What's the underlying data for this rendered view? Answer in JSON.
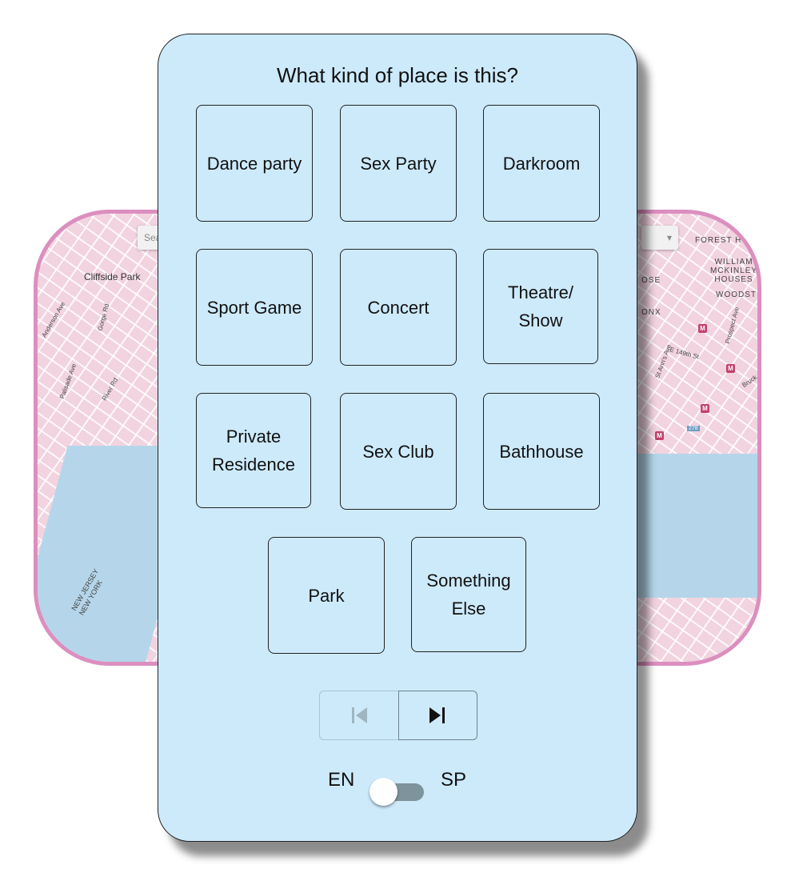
{
  "map": {
    "search_placeholder": "Sea",
    "labels": [
      "Cliffside Park",
      "Anderson Ave",
      "Gorge Rd",
      "Palisade Ave",
      "River Rd",
      "NEW JERSEY",
      "NEW YORK",
      "FOREST H",
      "WILLIAM MCKINLEY HOUSES",
      "WOODST",
      "OSE",
      "ONX",
      "E 149th St",
      "St Ann's Ave",
      "Prospect Ave",
      "Bruck",
      "278"
    ],
    "metro_label": "M"
  },
  "dialog": {
    "title": "What kind of place is this?",
    "options": [
      "Dance party",
      "Sex Party",
      "Darkroom",
      "Sport Game",
      "Concert",
      "Theatre/ Show",
      "Private Residence",
      "Sex Club",
      "Bathhouse",
      "Park",
      "Something Else"
    ],
    "language_left": "EN",
    "language_right": "SP",
    "language_spanish_on": false
  }
}
